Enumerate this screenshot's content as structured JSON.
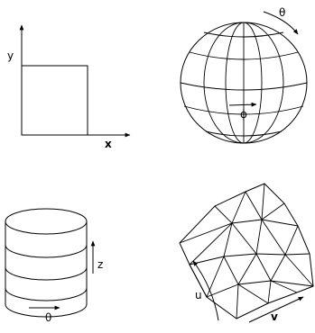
{
  "panels": {
    "plane": {
      "x_label": "x",
      "y_label": "y"
    },
    "sphere": {
      "theta_label": "θ",
      "phi_label": "ϕ"
    },
    "cylinder": {
      "z_label": "z",
      "theta_label": "θ"
    },
    "mesh": {
      "u_label": "u",
      "v_label": "v"
    }
  },
  "colors": {
    "stroke": "#000000",
    "background": "#ffffff"
  }
}
